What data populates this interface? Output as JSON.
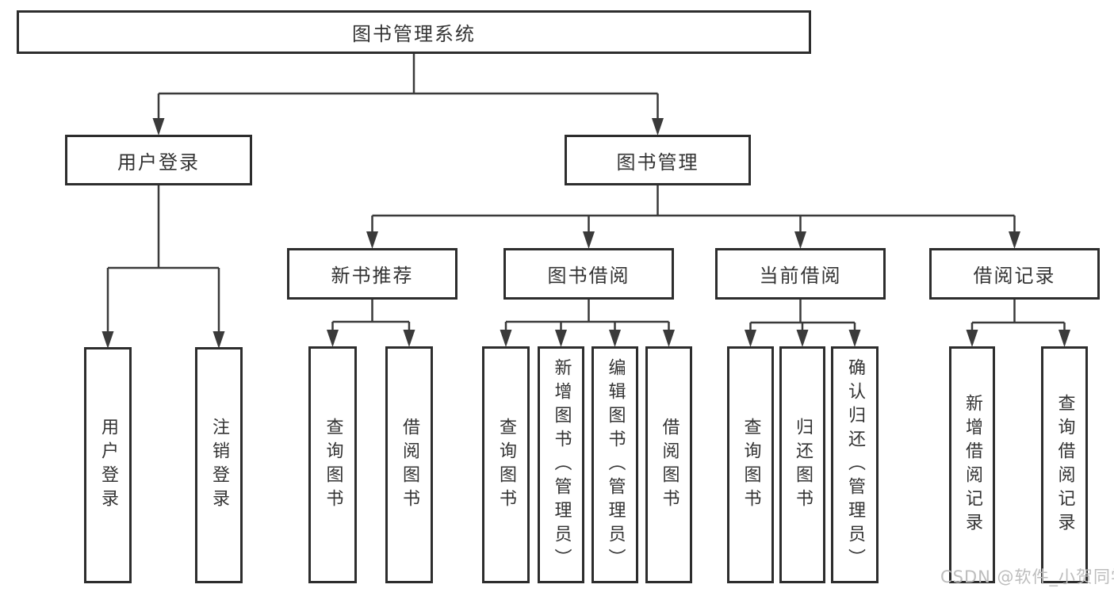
{
  "diagram": {
    "root": {
      "label": "图书管理系统"
    },
    "level2": [
      {
        "label": "用户登录"
      },
      {
        "label": "图书管理"
      }
    ],
    "level3": [
      {
        "label": "新书推荐"
      },
      {
        "label": "图书借阅"
      },
      {
        "label": "当前借阅"
      },
      {
        "label": "借阅记录"
      }
    ],
    "leaves": [
      {
        "label": "用户登录"
      },
      {
        "label": "注销登录"
      },
      {
        "label": "查询图书"
      },
      {
        "label": "借阅图书"
      },
      {
        "label": "查询图书"
      },
      {
        "label": "新增图书（管理员）"
      },
      {
        "label": "编辑图书（管理员）"
      },
      {
        "label": "借阅图书"
      },
      {
        "label": "查询图书"
      },
      {
        "label": "归还图书"
      },
      {
        "label": "确认归还（管理员）"
      },
      {
        "label": "新增借阅记录"
      },
      {
        "label": "查询借阅记录"
      }
    ],
    "colors": {
      "line": "#3a3a3a",
      "border": "#2d2d2d",
      "text": "#333333",
      "watermark": "#bdbdbd",
      "background": "#ffffff"
    },
    "watermark": "CSDN @软件_小贺同学"
  }
}
